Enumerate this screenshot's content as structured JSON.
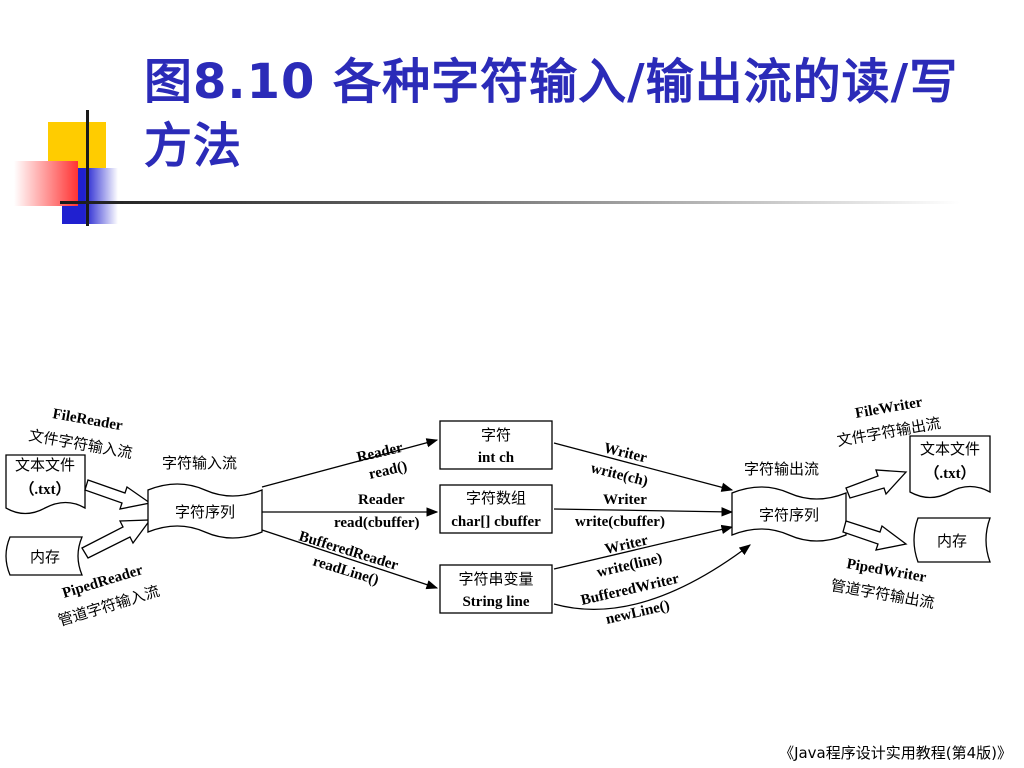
{
  "title": "图8.10 各种字符输入/输出流的读/写方法",
  "footer": "《Java程序设计实用教程(第4版)》",
  "colors": {
    "title": "#2b2bb8",
    "deco_yellow": "#ffcc00",
    "deco_blue": "#2020d0",
    "deco_red": "#ff3333"
  },
  "diagram": {
    "src_file": [
      "文本文件",
      "（.txt）"
    ],
    "src_mem": "内存",
    "file_reader": [
      "FileReader",
      "文件字符输入流"
    ],
    "piped_reader": [
      "PipedReader",
      "管道字符输入流"
    ],
    "in_stream_label": "字符输入流",
    "in_seq": "字符序列",
    "box_char": [
      "字符",
      "int ch"
    ],
    "box_array": [
      "字符数组",
      "char[] cbuffer"
    ],
    "box_string": [
      "字符串变量",
      "String line"
    ],
    "reader1": [
      "Reader",
      "read()"
    ],
    "reader2": [
      "Reader",
      "read(cbuffer)"
    ],
    "reader3": [
      "BufferedReader",
      "readLine()"
    ],
    "writer1": [
      "Writer",
      "write(ch)"
    ],
    "writer2": [
      "Writer",
      "write(cbuffer)"
    ],
    "writer3": [
      "Writer",
      "write(line)"
    ],
    "writer4": [
      "BufferedWriter",
      "newLine()"
    ],
    "out_stream_label": "字符输出流",
    "out_seq": "字符序列",
    "file_writer": [
      "FileWriter",
      "文件字符输出流"
    ],
    "piped_writer": [
      "PipedWriter",
      "管道字符输出流"
    ],
    "dst_file": [
      "文本文件",
      "（.txt）"
    ],
    "dst_mem": "内存"
  }
}
